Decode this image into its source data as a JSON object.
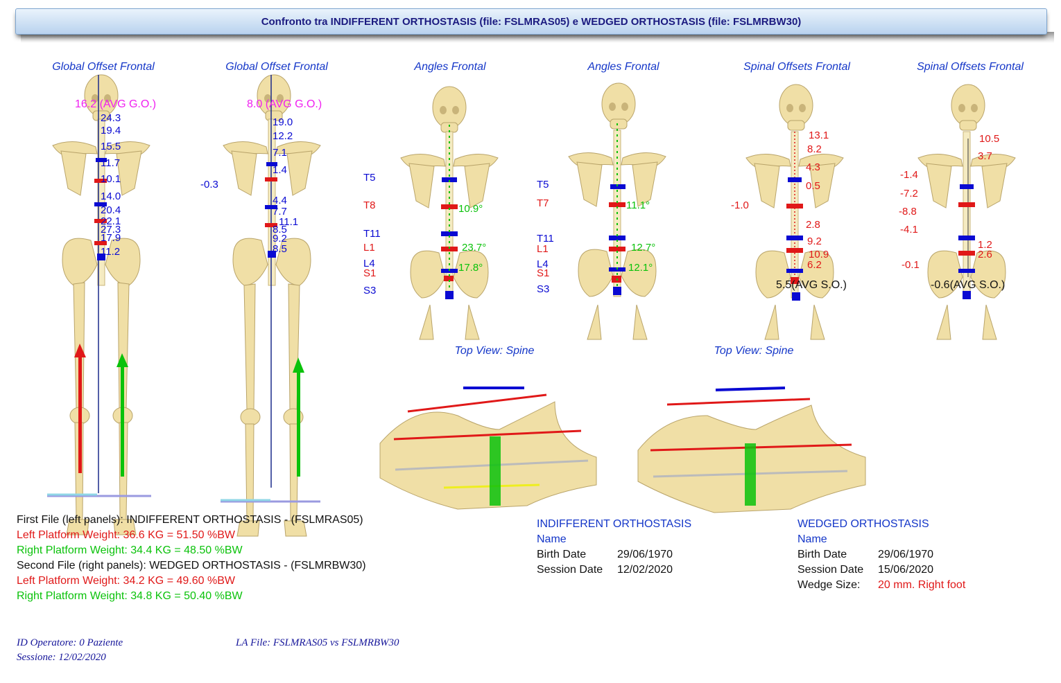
{
  "header": {
    "title": "Confronto tra INDIFFERENT ORTHOSTASIS (file: FSLMRAS05) e WEDGED ORTHOSTASIS (file: FSLMRBW30)"
  },
  "panels": {
    "p1": {
      "title": "Global Offset Frontal",
      "avg": "16.2 (AVG G.O.)",
      "values": [
        "24.3",
        "19.4",
        "15.5",
        "11.7",
        "10.1",
        "14.0",
        "20.4",
        "22.1",
        "27.3",
        "17.9",
        "11.2"
      ]
    },
    "p2": {
      "title": "Global Offset Frontal",
      "avg": "8.0 (AVG G.O.)",
      "side": "-0.3",
      "values": [
        "19.0",
        "12.2",
        "7.1",
        "1.4",
        "4.4",
        "7.7",
        "11.1",
        "8.5",
        "9.2",
        "8.5"
      ]
    },
    "p3": {
      "title": "Angles Frontal",
      "levels": [
        "T5",
        "T8",
        "T11",
        "L1",
        "L4",
        "S1",
        "S3"
      ],
      "angles": [
        "10.9°",
        "23.7°",
        "17.8°"
      ]
    },
    "p4": {
      "title": "Angles Frontal",
      "levels": [
        "T5",
        "T7",
        "T11",
        "L1",
        "L4",
        "S1",
        "S3"
      ],
      "angles": [
        "11.1°",
        "12.7°",
        "12.1°"
      ]
    },
    "p5": {
      "title": "Spinal Offsets Frontal",
      "avg": "5.5(AVG S.O.)",
      "side": "-1.0",
      "values": [
        "13.1",
        "8.2",
        "4.3",
        "0.5",
        "2.8",
        "9.2",
        "10.9",
        "6.2"
      ]
    },
    "p6": {
      "title": "Spinal Offsets Frontal",
      "avg": "-0.6(AVG S.O.)",
      "left": [
        "-1.4",
        "-7.2",
        "-8.8",
        "-4.1",
        "-0.1"
      ],
      "right": [
        "10.5",
        "3.7",
        "1.2",
        "2.6"
      ]
    }
  },
  "topview": {
    "left_title": "Top View: Spine",
    "right_title": "Top View: Spine"
  },
  "summary": {
    "first": "First File (left panels): INDIFFERENT ORTHOSTASIS - (FSLMRAS05)",
    "first_left": "Left Platform Weight: 36.6 KG = 51.50 %BW",
    "first_right": "Right Platform Weight: 34.4 KG = 48.50 %BW",
    "second": "Second File (right panels): WEDGED ORTHOSTASIS - (FSLMRBW30)",
    "second_left": "Left Platform Weight: 34.2 KG = 49.60 %BW",
    "second_right": "Right Platform Weight: 34.8 KG = 50.40 %BW"
  },
  "session1": {
    "title": "INDIFFERENT ORTHOSTASIS",
    "name_label": "Name",
    "birth_label": "Birth Date",
    "birth": "29/06/1970",
    "session_label": "Session Date",
    "session": "12/02/2020"
  },
  "session2": {
    "title": "WEDGED ORTHOSTASIS",
    "name_label": "Name",
    "birth_label": "Birth Date",
    "birth": "29/06/1970",
    "session_label": "Session Date",
    "session": "15/06/2020",
    "wedge_label": "Wedge Size:",
    "wedge": "20 mm. Right foot"
  },
  "footer": {
    "operator": "ID Operatore: 0 Paziente",
    "session": "Sessione: 12/02/2020",
    "file": "LA File: FSLMRAS05 vs FSLMRBW30"
  },
  "colors": {
    "bone": "#f0dfa6",
    "left_force": "#e01818",
    "right_force": "#0ac20a",
    "vertebra": "#0a0ad2"
  }
}
